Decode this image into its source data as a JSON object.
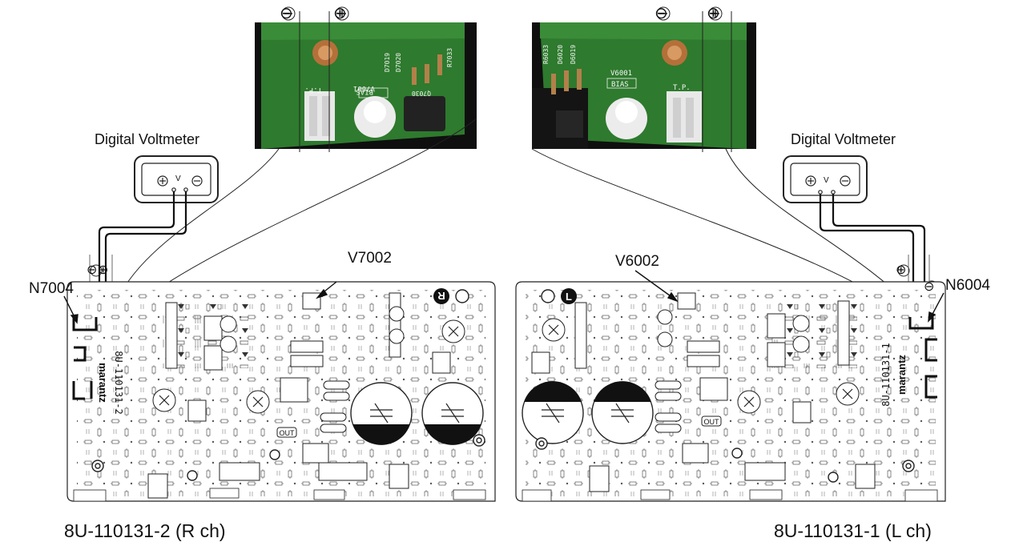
{
  "voltmeter_label_left": "Digital Voltmeter",
  "voltmeter_label_right": "Digital Voltmeter",
  "probe_minus": "⊖",
  "probe_plus": "⊕",
  "voltmeter_v": "V",
  "callout_v7002": "V7002",
  "callout_n7004": "N7004",
  "callout_v6002": "V6002",
  "callout_n6004": "N6004",
  "board_left_caption": "8U-110131-2 (R ch)",
  "board_right_caption": "8U-110131-1 (L ch)",
  "board_left_print": "8U-110131-2",
  "board_right_print": "8U-110131-1",
  "brand_print": "marantz",
  "channel_r": "R",
  "channel_l": "L",
  "out_label": "OUT",
  "photo_left": {
    "silk_1": "V7001",
    "silk_2": "BIAS",
    "silk_3": "T.P.",
    "silk_4": "D7020",
    "silk_5": "D7019",
    "silk_6": "R7033",
    "silk_7": "Q7030"
  },
  "photo_right": {
    "silk_1": "V6001",
    "silk_2": "BIAS",
    "silk_3": "T.P.",
    "silk_4": "R6033",
    "silk_5": "D6020",
    "silk_6": "D6019"
  }
}
